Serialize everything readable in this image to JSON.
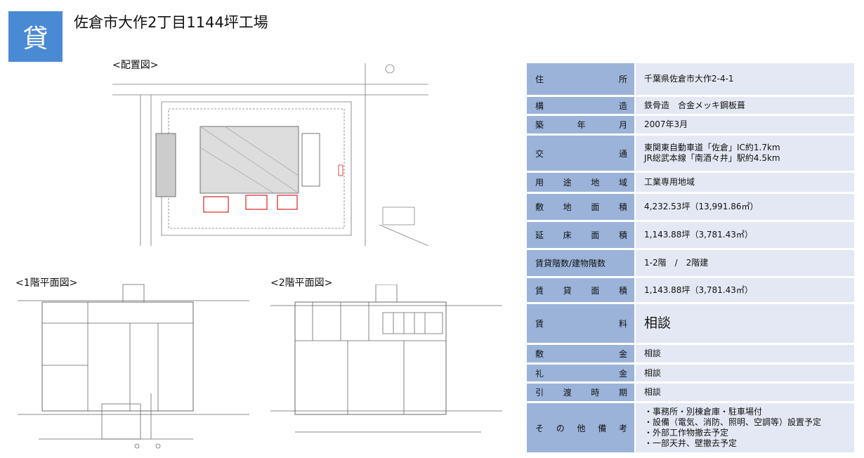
{
  "header": {
    "badge": "貸",
    "title": "佐倉市大作2丁目1144坪工場"
  },
  "drawings": {
    "site_plan": "<配置図>",
    "floor1": "<1階平面図>",
    "floor2": "<2階平面図>"
  },
  "colors": {
    "badge": "#4a8ad4",
    "label_bg": "#9bb3d9",
    "value_bg": "#e4e8f4"
  },
  "spec": [
    {
      "label": [
        "住",
        "所"
      ],
      "value": [
        "千葉県佐倉市大作2-4-1"
      ]
    },
    {
      "label": [
        "構",
        "造"
      ],
      "value": [
        "鉄骨造　合金メッキ鋼板葺"
      ]
    },
    {
      "label": [
        "築",
        "年",
        "月"
      ],
      "value": [
        "2007年3月"
      ]
    },
    {
      "label": [
        "交",
        "通"
      ],
      "value": [
        "東関東自動車道「佐倉」IC約1.7km",
        "JR総武本線「南酒々井」駅約4.5km"
      ]
    },
    {
      "label": [
        "用",
        "途",
        "地",
        "域"
      ],
      "value": [
        "工業専用地域"
      ]
    },
    {
      "label": [
        "敷",
        "地",
        "面",
        "積"
      ],
      "value": [
        "4,232.53坪（13,991.86㎡）"
      ]
    },
    {
      "label": [
        "延",
        "床",
        "面",
        "積"
      ],
      "value": [
        "1,143.88坪（3,781.43㎡）"
      ]
    },
    {
      "label": [
        "賃貸階数/建物階数"
      ],
      "value": [
        "1-2階　/　2階建"
      ]
    },
    {
      "label": [
        "賃",
        "貸",
        "面",
        "積"
      ],
      "value": [
        "1,143.88坪（3,781.43㎡）"
      ]
    },
    {
      "label": [
        "賃",
        "料"
      ],
      "value": [
        "相談"
      ]
    },
    {
      "label": [
        "敷",
        "金"
      ],
      "value": [
        "相談"
      ]
    },
    {
      "label": [
        "礼",
        "金"
      ],
      "value": [
        "相談"
      ]
    },
    {
      "label": [
        "引",
        "渡",
        "時",
        "期"
      ],
      "value": [
        "相談"
      ]
    },
    {
      "label": [
        "そ",
        "の",
        "他",
        "備",
        "考"
      ],
      "value": [
        "・事務所・別棟倉庫・駐車場付",
        "・設備（電気、消防、照明、空調等）設置予定",
        "・外部工作物撤去予定",
        "・一部天井、壁撤去予定"
      ]
    }
  ]
}
